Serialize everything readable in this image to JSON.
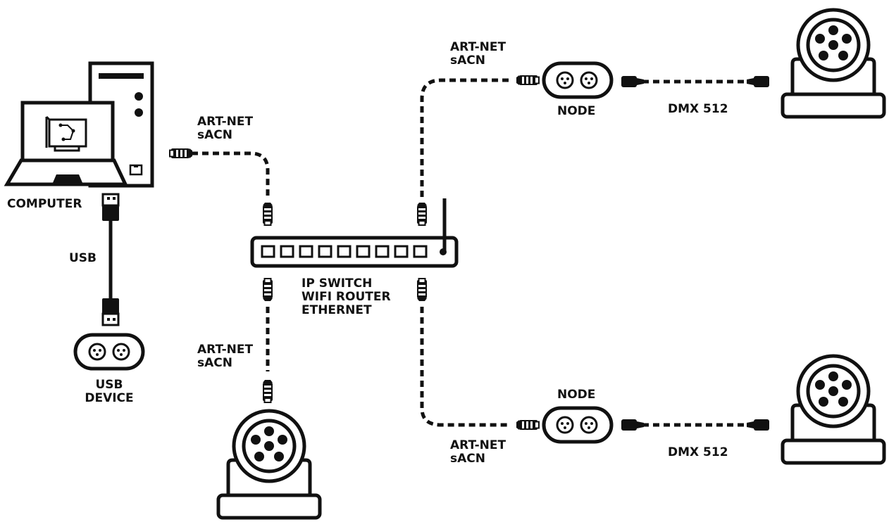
{
  "labels": {
    "computer": "COMPUTER",
    "usb": "USB",
    "usb_device": [
      "USB",
      "DEVICE"
    ],
    "switch": [
      "IP SWITCH",
      "WIFI ROUTER",
      "ETHERNET"
    ],
    "node_top": "NODE",
    "node_bottom": "NODE",
    "dmx_top": "DMX 512",
    "dmx_bottom": "DMX 512",
    "protocol_computer": [
      "ART-NET",
      "sACN"
    ],
    "protocol_top": [
      "ART-NET",
      "sACN"
    ],
    "protocol_bottom_left": [
      "ART-NET",
      "sACN"
    ],
    "protocol_bottom_right": [
      "ART-NET",
      "sACN"
    ]
  },
  "icons": {
    "computer": "desktop-laptop-icon",
    "usb_device": "xlr-interface-icon",
    "switch": "network-switch-icon",
    "node": "xlr-node-icon",
    "fixture": "moving-head-light-icon",
    "ethernet_plug": "rj45-plug-icon",
    "dmx_plug": "dmx-plug-icon",
    "usb_plug": "usb-plug-icon"
  },
  "colors": {
    "ink": "#111111",
    "background": "#ffffff"
  },
  "switch_ports": 9
}
